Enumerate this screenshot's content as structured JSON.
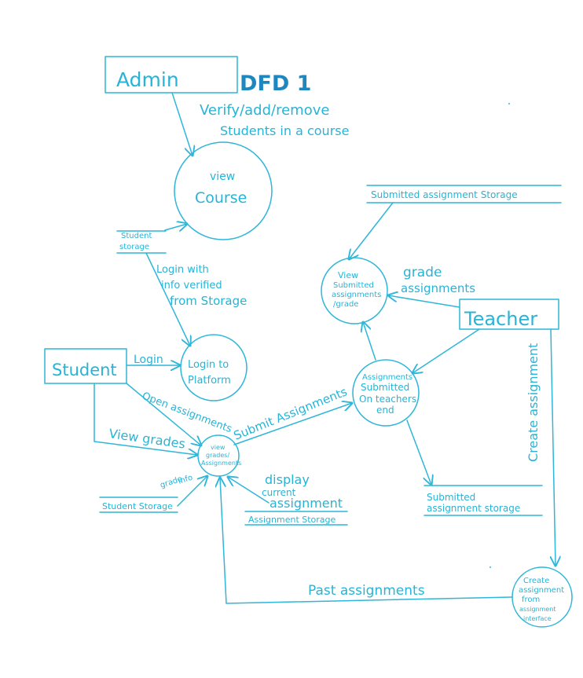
{
  "title": "DFD 1",
  "colors": {
    "ink": "#2fb6d8",
    "title": "#1e87c0"
  },
  "entities": {
    "admin": "Admin",
    "student": "Student",
    "teacher": "Teacher"
  },
  "processes": {
    "view_course": [
      "view",
      "Course"
    ],
    "login_platform": [
      "Login to",
      "Platform"
    ],
    "view_submitted": [
      "View",
      "Submitted",
      "assignments",
      "/grade"
    ],
    "assignments_submitted": [
      "Assignments",
      "Submitted",
      "On teachers",
      "end"
    ],
    "view_grades": [
      "view",
      "grades/",
      "Assignments"
    ],
    "create_assignment": [
      "Create",
      "assignment",
      "from",
      "assignment",
      "interface"
    ]
  },
  "stores": {
    "student_storage_top": [
      "Student",
      "storage"
    ],
    "submitted_storage_top": "Submitted assignment Storage",
    "submitted_storage_bottom": [
      "Submitted",
      "assignment storage"
    ],
    "assignment_storage": "Assignment Storage",
    "student_storage_bottom": "Student Storage"
  },
  "flows": {
    "verify": [
      "Verify/add/remove",
      "Students in a course"
    ],
    "login_verified": [
      "Login with",
      "info verified",
      "from Storage"
    ],
    "login": "Login",
    "open_assignments": "Open assignments",
    "view_grades_flow": "View grades",
    "submit_assignments": "Submit Assignments",
    "grade_assignments": [
      "grade",
      "assignments"
    ],
    "create_assignment_flow": "Create assignment",
    "display_current": [
      "display",
      "current",
      "assignment"
    ],
    "grade_info": [
      "grade",
      "info"
    ],
    "past_assignments": "Past assignments"
  }
}
